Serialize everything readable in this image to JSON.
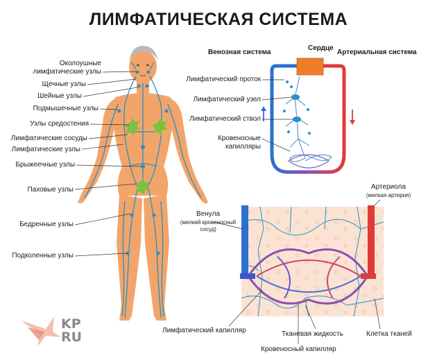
{
  "title": "ЛИМФАТИЧЕСКАЯ СИСТЕМА",
  "body_labels": [
    "Околоушные\nлимфатические узлы",
    "Щечные узлы",
    "Шейные узлы",
    "Подмышечные узлы",
    "Узлы средостения",
    "Лимфатические сосуды",
    "Лимфатические узлы",
    "Брыжеечные узлы",
    "Паховые узлы",
    "Бедренные узлы",
    "Подколенные узлы"
  ],
  "circulation": {
    "heart": "Сердце",
    "venous": "Венозная система",
    "arterial": "Артериальная система",
    "duct": "Лимфатический проток",
    "node": "Лимфатический узел",
    "trunk": "Лимфатический ствол",
    "capillaries": "Кровеносные\nкапилляры"
  },
  "microcirculation": {
    "arteriole": "Артериола",
    "arteriole_note": "(мелкая артерия)",
    "venule": "Венула",
    "venule_note": "(мелкий кровеносный\nсосуд)",
    "lymph_capillary": "Лимфатический капилляр",
    "tissue_fluid": "Тканевая жидкость",
    "tissue_cell": "Клетка тканей",
    "blood_capillary": "Кровеносный капилляр"
  },
  "logo": {
    "text": "KP\nRU"
  },
  "colors": {
    "skin": "#f2a56b",
    "lymph": "#2a8fc4",
    "node": "#7cc142",
    "vein": "#2c6fd0",
    "artery": "#e03a3a",
    "heart": "#f07d2a",
    "tissue": "#fbe3d4"
  }
}
